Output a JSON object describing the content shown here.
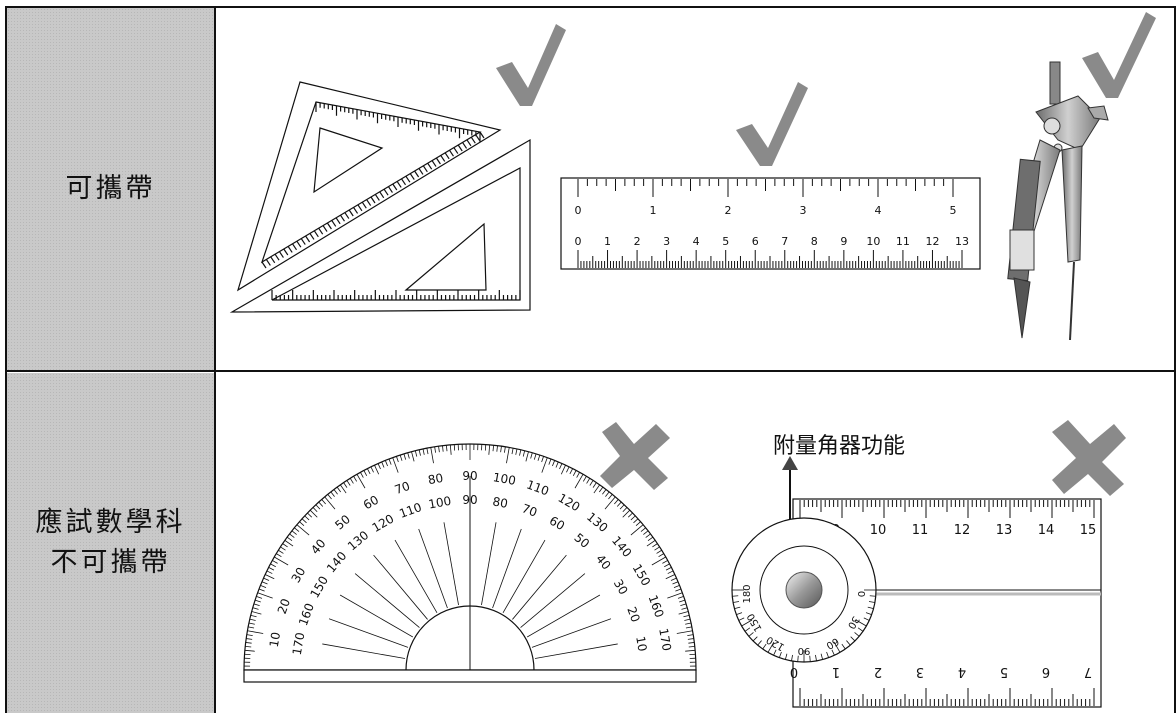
{
  "rows": [
    {
      "label_lines": [
        "可攜帶"
      ],
      "status": "allowed",
      "mark_icon": "check-icon"
    },
    {
      "label_lines": [
        "應試數學科",
        "不可攜帶"
      ],
      "status": "not-allowed",
      "mark_icon": "cross-icon"
    }
  ],
  "annotation": "附量角器功能",
  "ruler_top_labels": [
    "0",
    "1",
    "2",
    "3",
    "4",
    "5"
  ],
  "ruler_bottom_labels": [
    "0",
    "1",
    "2",
    "3",
    "4",
    "5",
    "6",
    "7",
    "8",
    "9",
    "10",
    "11",
    "12",
    "13"
  ],
  "protractor_outer_labels": [
    "10",
    "20",
    "30",
    "40",
    "50",
    "60",
    "70",
    "80",
    "90",
    "100",
    "110",
    "120",
    "130",
    "140",
    "150",
    "160",
    "170"
  ],
  "protractor_inner_labels": [
    "170",
    "160",
    "150",
    "140",
    "130",
    "120",
    "110",
    "100",
    "90",
    "80",
    "70",
    "60",
    "50",
    "40",
    "30",
    "20",
    "10"
  ],
  "ruler2_top_labels": [
    "9",
    "10",
    "11",
    "12",
    "13",
    "14",
    "15"
  ],
  "ruler2_bottom_labels": [
    "7",
    "6",
    "5",
    "4",
    "3",
    "2",
    "1",
    "0"
  ],
  "dial_labels": [
    "0",
    "30",
    "60",
    "90",
    "120",
    "150",
    "180"
  ],
  "colors": {
    "label_bg": "#c9c9c9",
    "mark_gray": "#8a8a8a",
    "border": "#111111"
  }
}
